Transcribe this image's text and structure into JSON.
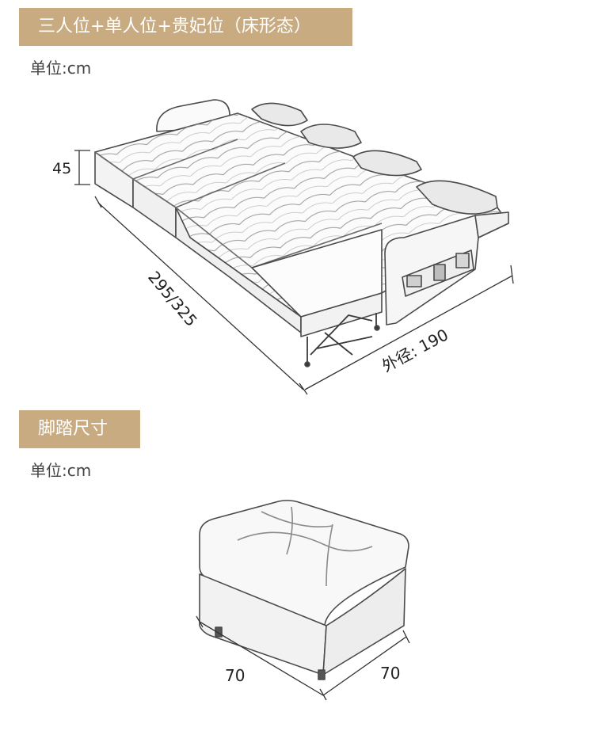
{
  "sections": [
    {
      "title": "三人位+单人位+贵妃位（床形态）",
      "unit": "单位:cm",
      "dimensions": {
        "height": "45",
        "length": "295/325",
        "depth": "外径: 190"
      }
    },
    {
      "title": "脚踏尺寸",
      "unit": "单位:cm",
      "dimensions": {
        "left": "70",
        "right": "70"
      }
    }
  ]
}
